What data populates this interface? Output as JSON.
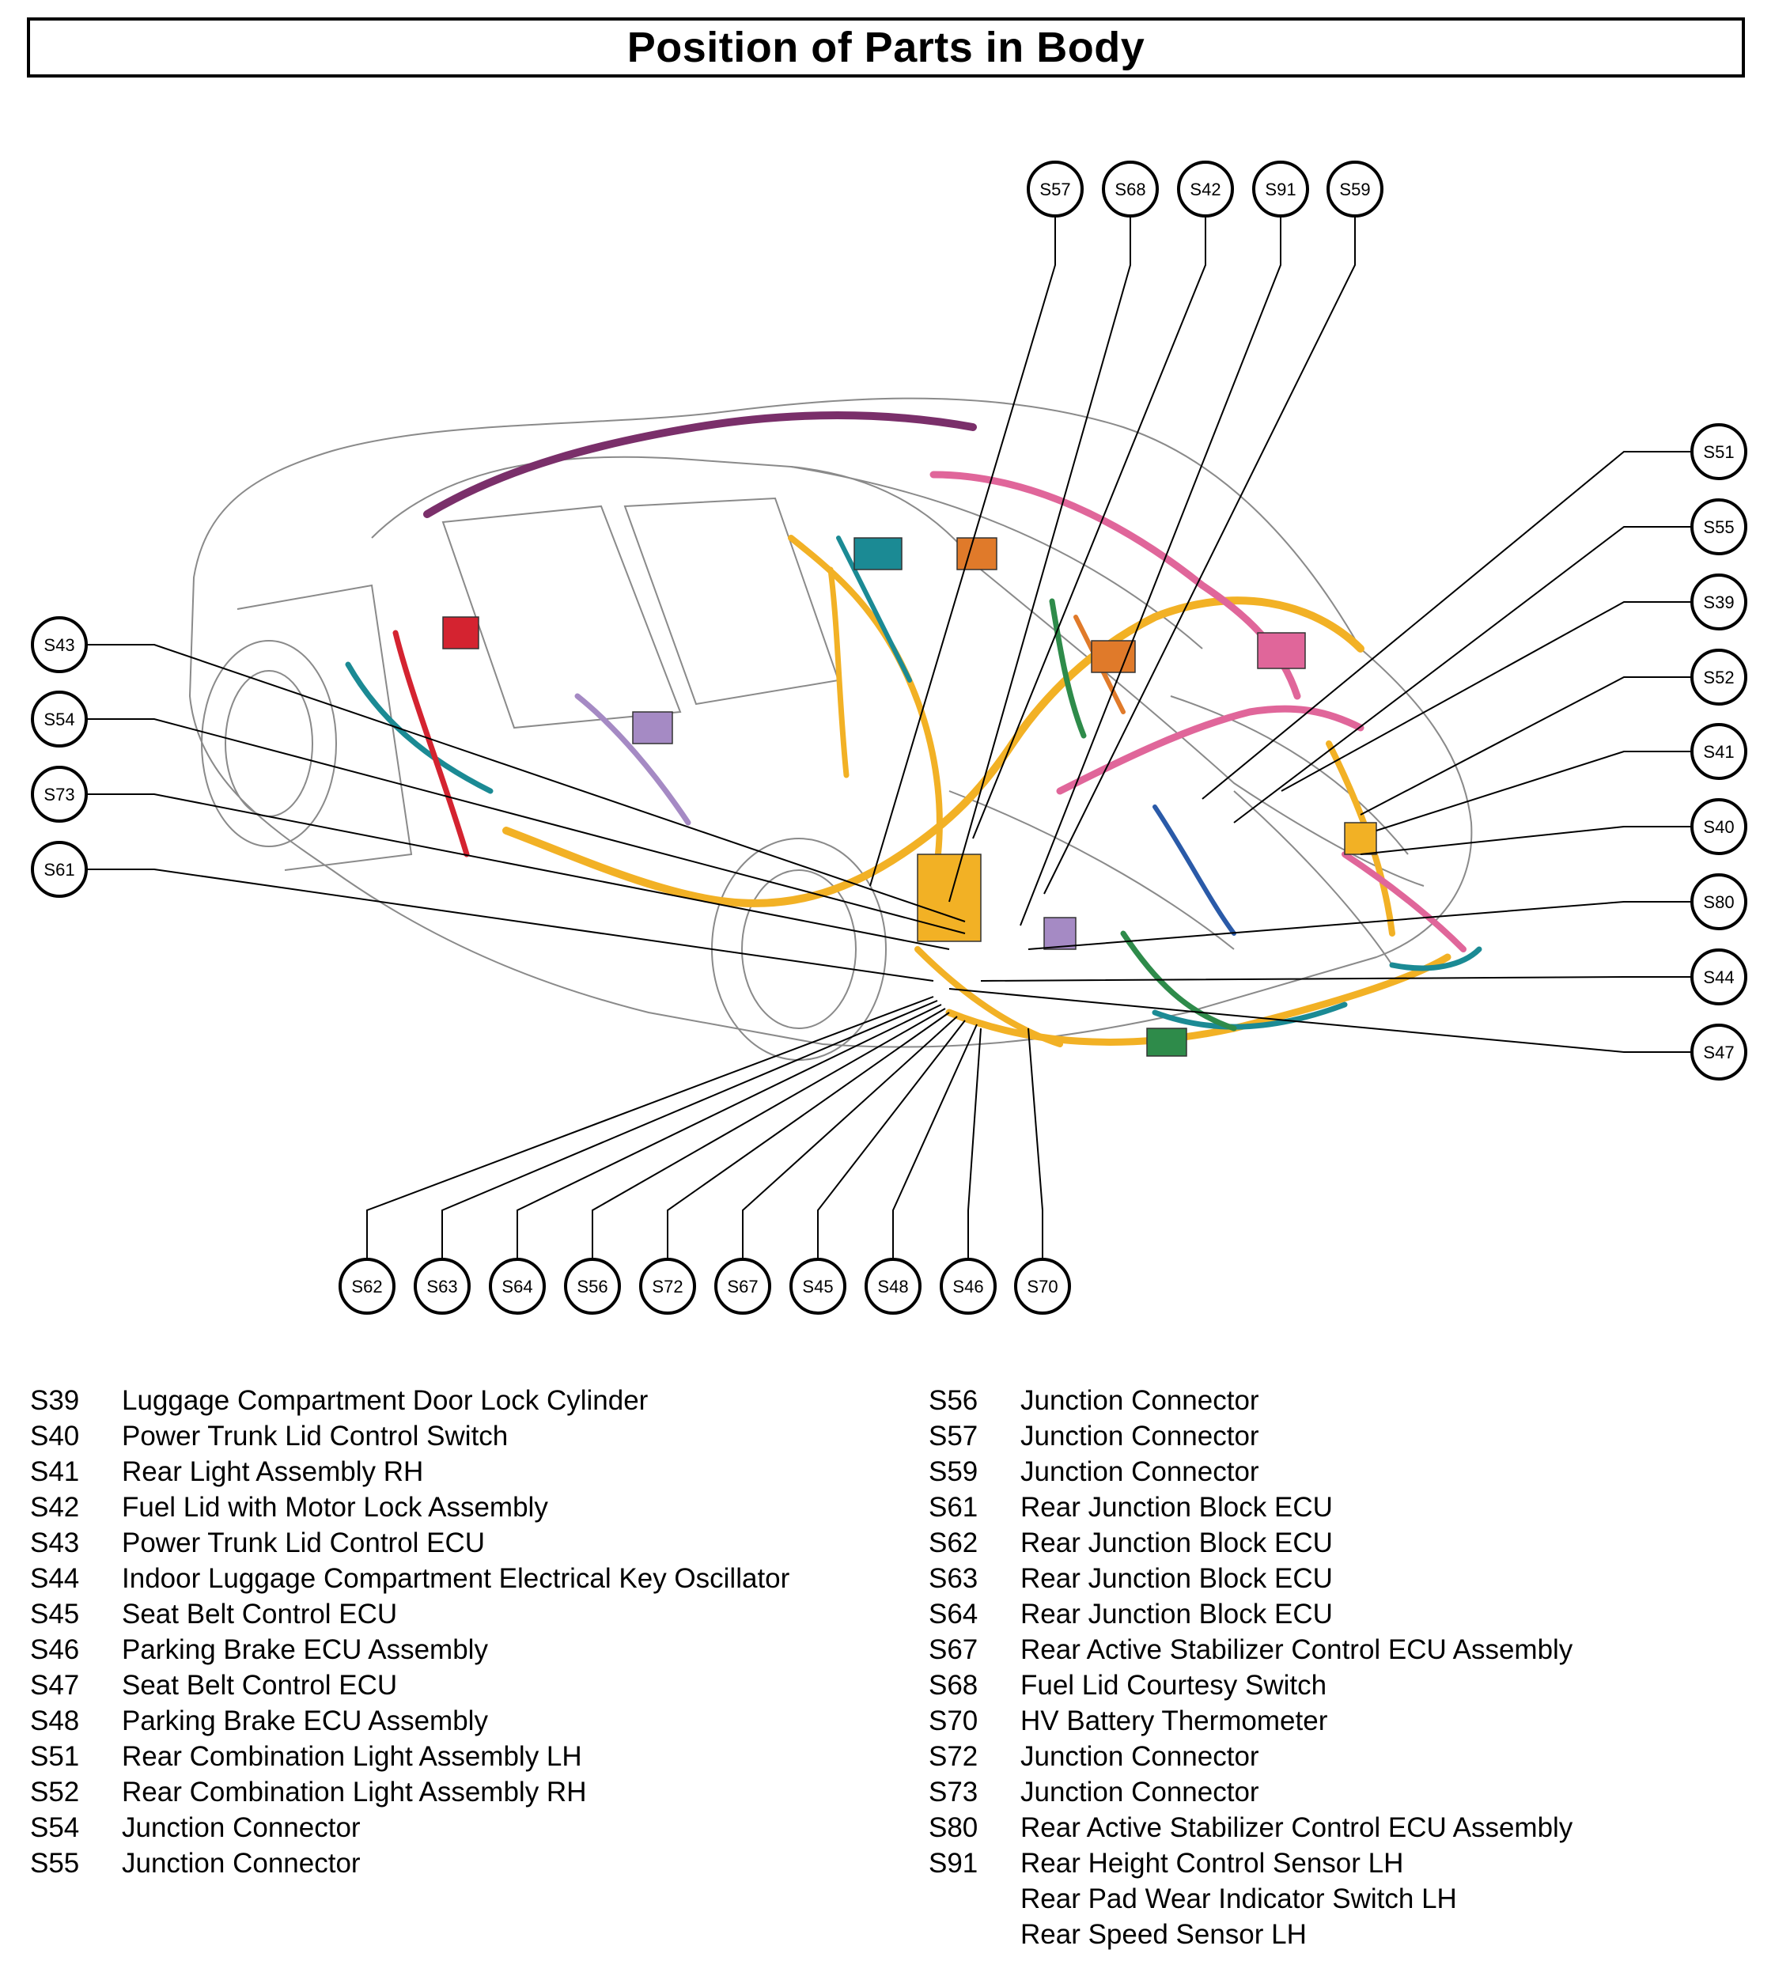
{
  "title": "Position of Parts in Body",
  "callouts": {
    "top": [
      "S57",
      "S68",
      "S42",
      "S91",
      "S59"
    ],
    "left": [
      "S43",
      "S54",
      "S73",
      "S61"
    ],
    "right": [
      "S51",
      "S55",
      "S39",
      "S52",
      "S41",
      "S40",
      "S80",
      "S44",
      "S47"
    ],
    "bottom": [
      "S62",
      "S63",
      "S64",
      "S56",
      "S72",
      "S67",
      "S45",
      "S48",
      "S46",
      "S70"
    ]
  },
  "legend_left": [
    {
      "code": "S39",
      "name": "Luggage Compartment Door Lock Cylinder"
    },
    {
      "code": "S40",
      "name": "Power Trunk Lid Control Switch"
    },
    {
      "code": "S41",
      "name": "Rear Light Assembly RH"
    },
    {
      "code": "S42",
      "name": "Fuel Lid with Motor Lock Assembly"
    },
    {
      "code": "S43",
      "name": "Power Trunk Lid Control ECU"
    },
    {
      "code": "S44",
      "name": "Indoor Luggage Compartment Electrical Key Oscillator"
    },
    {
      "code": "S45",
      "name": "Seat Belt Control ECU"
    },
    {
      "code": "S46",
      "name": "Parking Brake ECU Assembly"
    },
    {
      "code": "S47",
      "name": "Seat Belt Control ECU"
    },
    {
      "code": "S48",
      "name": "Parking Brake ECU Assembly"
    },
    {
      "code": "S51",
      "name": "Rear Combination Light Assembly LH"
    },
    {
      "code": "S52",
      "name": "Rear Combination Light Assembly RH"
    },
    {
      "code": "S54",
      "name": "Junction Connector"
    },
    {
      "code": "S55",
      "name": "Junction Connector"
    }
  ],
  "legend_right": [
    {
      "code": "S56",
      "name": "Junction Connector"
    },
    {
      "code": "S57",
      "name": "Junction Connector"
    },
    {
      "code": "S59",
      "name": "Junction Connector"
    },
    {
      "code": "S61",
      "name": "Rear Junction Block ECU"
    },
    {
      "code": "S62",
      "name": "Rear Junction Block ECU"
    },
    {
      "code": "S63",
      "name": "Rear Junction Block ECU"
    },
    {
      "code": "S64",
      "name": "Rear Junction Block ECU"
    },
    {
      "code": "S67",
      "name": "Rear Active Stabilizer Control ECU Assembly"
    },
    {
      "code": "S68",
      "name": "Fuel Lid Courtesy Switch"
    },
    {
      "code": "S70",
      "name": "HV Battery Thermometer"
    },
    {
      "code": "S72",
      "name": "Junction Connector"
    },
    {
      "code": "S73",
      "name": "Junction Connector"
    },
    {
      "code": "S80",
      "name": "Rear Active Stabilizer Control ECU Assembly"
    },
    {
      "code": "S91",
      "name": "Rear Height Control Sensor LH"
    },
    {
      "code": "",
      "name": "Rear Pad Wear Indicator Switch LH"
    },
    {
      "code": "",
      "name": "Rear Speed Sensor LH"
    }
  ],
  "colors": {
    "harness_yellow": "#f2b125",
    "harness_pink": "#e0669a",
    "harness_purple": "#7a2f6a",
    "harness_teal": "#1b8a94",
    "harness_red": "#d42330",
    "harness_green": "#2e8b4a",
    "harness_orange": "#e07a2a",
    "harness_lavender": "#a58ac4",
    "harness_blue": "#2a5aa8"
  }
}
